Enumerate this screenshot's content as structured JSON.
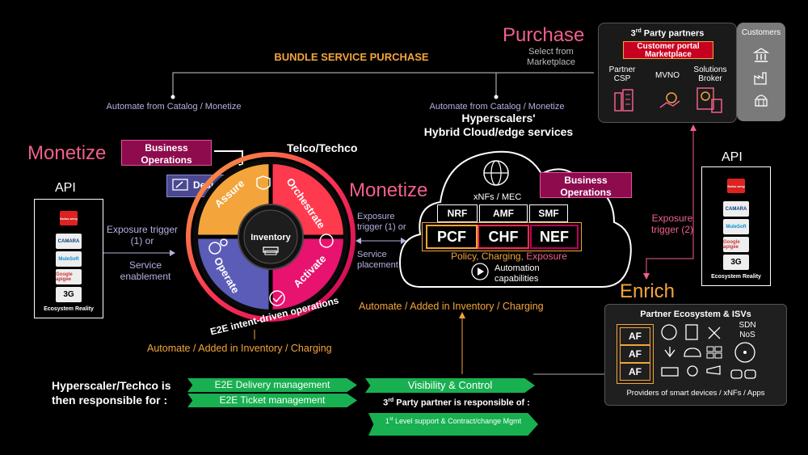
{
  "top": {
    "bundle_title": "BUNDLE SERVICE PURCHASE",
    "automate_left": "Automate from Catalog / Monetize",
    "automate_right": "Automate from Catalog / Monetize"
  },
  "purchase": {
    "title": "Purchase",
    "subtitle": "Select from Marketplace"
  },
  "partners_panel": {
    "title_prefix": "3",
    "title_sup": "rd",
    "title_suffix": " Party partners",
    "portal_label": "Customer portal Marketplace",
    "items": [
      "Partner CSP",
      "MVNO",
      "Solutions Broker"
    ],
    "customers_label": "Customers"
  },
  "left": {
    "monetize": "Monetize",
    "api": "API",
    "exposure": "Exposure trigger (1) or",
    "service": "Service enablement",
    "ecosystem_label": "Ecosystem Reality",
    "logos": [
      "Swiss army",
      "CAMARA",
      "MuleSoft",
      "Google apigee",
      "3G"
    ]
  },
  "center": {
    "business_ops": "Business Operations",
    "design": "Design",
    "telco": "Telco/Techco",
    "segments": [
      "Assure",
      "Orchestrate",
      "Activate",
      "Operate"
    ],
    "inventory": "Inventory",
    "intent": "E2E intent-driven operations",
    "automate_bottom": "Automate / Added in Inventory / Charging"
  },
  "middle": {
    "monetize": "Monetize",
    "exposure": "Exposure trigger (1) or",
    "service": "Service placement"
  },
  "cloud": {
    "hyperscalers_line1": "Hyperscalers'",
    "hyperscalers_line2": "Hybrid Cloud/edge services",
    "business_ops": "Business Operations",
    "xnfs": "xNFs / MEC",
    "nf_small": [
      "NRF",
      "AMF",
      "SMF"
    ],
    "nf_big": [
      "PCF",
      "CHF",
      "NEF"
    ],
    "policy_prefix": "Policy, Charging, ",
    "policy_exposure": "Exposure",
    "automation": "Automation capabilities",
    "automate_bottom": "Automate / Added in Inventory / Charging"
  },
  "right": {
    "api": "API",
    "exposure": "Exposure trigger (2)",
    "ecosystem_label": "Ecosystem Reality",
    "logos": [
      "Swiss army",
      "CAMARA",
      "MuleSoft",
      "Google apigee",
      "3G"
    ],
    "enrich": "Enrich"
  },
  "partner_eco": {
    "title": "Partner Ecosystem & ISVs",
    "af": [
      "AF",
      "AF",
      "AF"
    ],
    "sdn": "SDN",
    "nos": "NoS",
    "footer": "Providers of smart devices / xNFs / Apps"
  },
  "bottom": {
    "hyperscaler_line1": "Hyperscaler/Techco is",
    "hyperscaler_line2": "then responsible for :",
    "band1": "E2E Delivery management",
    "band2": "E2E Ticket  management",
    "visibility": "Visibility & Control",
    "third_prefix": "3",
    "third_sup": "rd",
    "third_suffix": " Party partner is responsible of :",
    "support_prefix": "1",
    "support_sup": "st",
    "support_suffix": " Level support & Contract/change Mgmt"
  },
  "colors": {
    "accent_pink": "#f0608a",
    "maroon": "#8e0b4e",
    "orange": "#f3a53b",
    "green": "#18b051",
    "lavender": "#b5b1e0"
  }
}
